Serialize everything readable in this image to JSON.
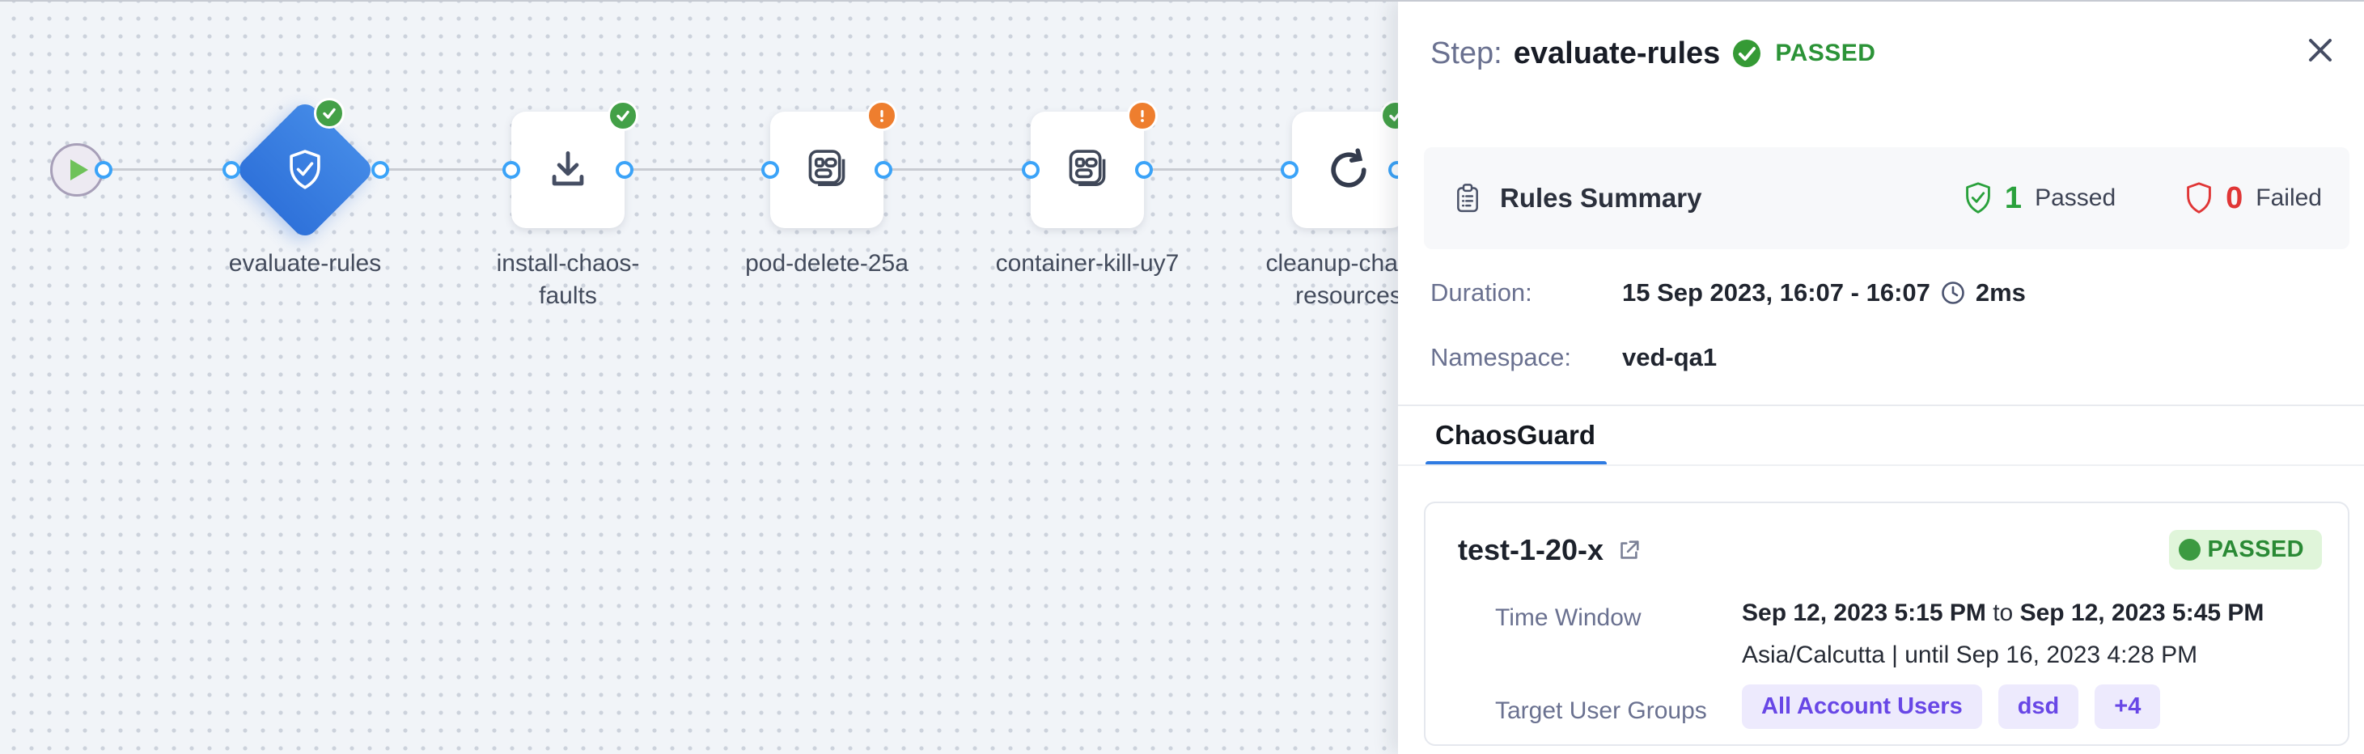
{
  "canvas": {
    "nodes": [
      {
        "name": "start",
        "type": "start"
      },
      {
        "label": "evaluate-rules",
        "status": "passed",
        "icon": "shield-check",
        "type": "diamond",
        "selected": true
      },
      {
        "label": "install-chaos-faults",
        "status": "passed",
        "icon": "download",
        "type": "square"
      },
      {
        "label": "pod-delete-25a",
        "status": "warning",
        "icon": "chaos-fault",
        "type": "square"
      },
      {
        "label": "container-kill-uy7",
        "status": "warning",
        "icon": "chaos-fault",
        "type": "square"
      },
      {
        "label": "cleanup-chaos-resources",
        "status": "passed",
        "icon": "retry",
        "type": "square"
      }
    ]
  },
  "panel": {
    "header": {
      "prefix": "Step:",
      "title": "evaluate-rules",
      "status": "PASSED"
    },
    "rules_summary": {
      "title": "Rules Summary",
      "passed_count": "1",
      "passed_label": "Passed",
      "failed_count": "0",
      "failed_label": "Failed"
    },
    "meta": {
      "duration_label": "Duration:",
      "duration_value": "15 Sep 2023, 16:07 - 16:07",
      "duration_ms": "2ms",
      "namespace_label": "Namespace:",
      "namespace_value": "ved-qa1"
    },
    "tabs": [
      {
        "label": "ChaosGuard",
        "active": true
      }
    ],
    "guard_card": {
      "name": "test-1-20-x",
      "status": "PASSED",
      "time_window_label": "Time Window",
      "time_from": "Sep 12, 2023 5:15 PM",
      "time_to_word": "to",
      "time_to": "Sep 12, 2023 5:45 PM",
      "timezone_line": "Asia/Calcutta | until Sep 16, 2023 4:28 PM",
      "target_label": "Target User Groups",
      "groups": [
        "All Account Users",
        "dsd",
        "+4"
      ]
    }
  },
  "colors": {
    "accent_blue": "#2f7be2",
    "node_blue": "#3b7fe0",
    "passed_green": "#2b9337",
    "failed_red": "#e03636",
    "warning_orange": "#ee7e2e",
    "group_purple": "#6847e6",
    "canvas_bg": "#f1f4f8",
    "connector_blue": "#3ba3f8"
  }
}
